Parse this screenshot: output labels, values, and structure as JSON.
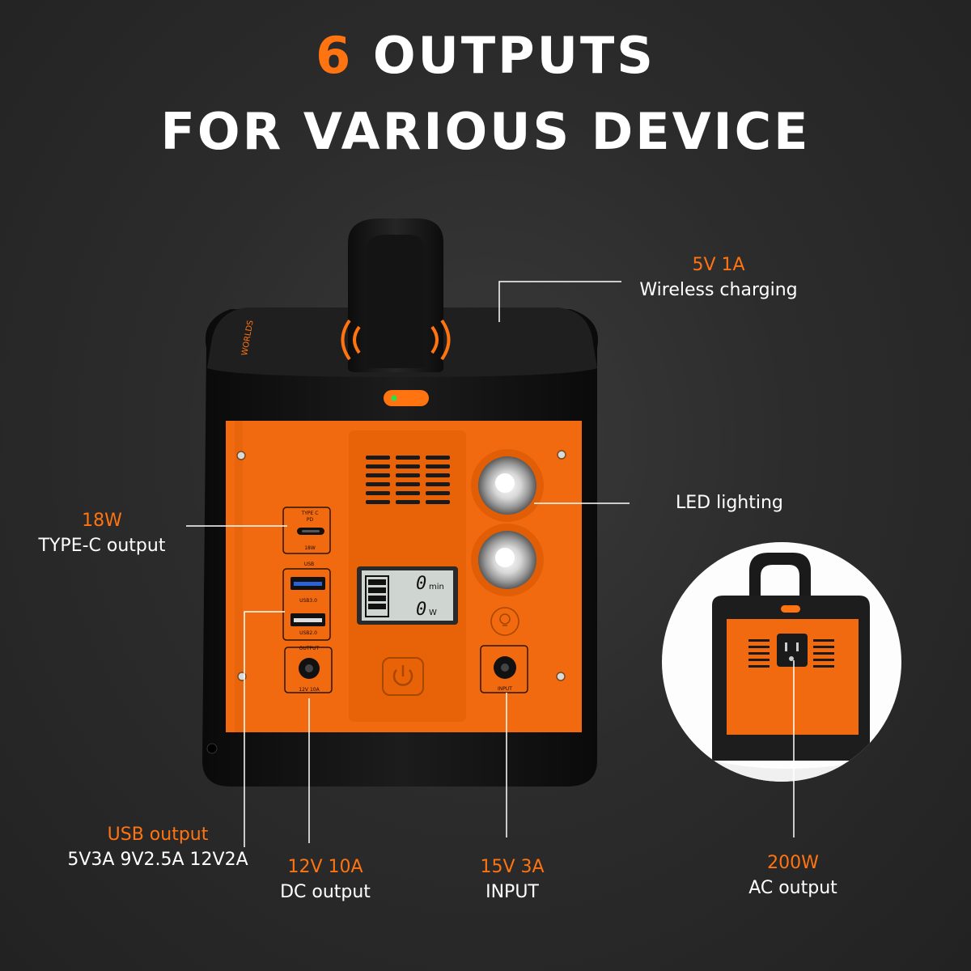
{
  "headline": {
    "number": "6",
    "line1_rest": "OUTPUTS",
    "line2": "FOR VARIOUS DEVICE"
  },
  "callouts": {
    "wireless": {
      "value": "5V 1A",
      "desc": "Wireless charging"
    },
    "led": {
      "desc": "LED lighting"
    },
    "typec": {
      "value": "18W",
      "desc": "TYPE-C output"
    },
    "usb": {
      "value": "USB output",
      "desc": "5V3A 9V2.5A 12V2A"
    },
    "dc": {
      "value": "12V 10A",
      "desc": "DC output"
    },
    "input": {
      "value": "15V 3A",
      "desc": "INPUT"
    },
    "ac": {
      "value": "200W",
      "desc": "AC output"
    }
  },
  "device": {
    "brand": "WORLDS",
    "typec_port": {
      "line1": "TYPE C",
      "line2": "PD",
      "line3": "18W"
    },
    "usb_port": {
      "title": "USB",
      "port1": "USB3.0",
      "port2": "USB2.0"
    },
    "dc_port": {
      "title": "OUTPUT",
      "rating": "12V 10A"
    },
    "input_port": {
      "label": "INPUT"
    },
    "lcd": {
      "minutes": "0",
      "minutes_unit": "min",
      "watts": "0",
      "watts_unit": "W"
    }
  },
  "colors": {
    "accent": "#ff7410",
    "body": "#141414",
    "panel": "#f26a0f",
    "background": "#2c2c2c"
  }
}
